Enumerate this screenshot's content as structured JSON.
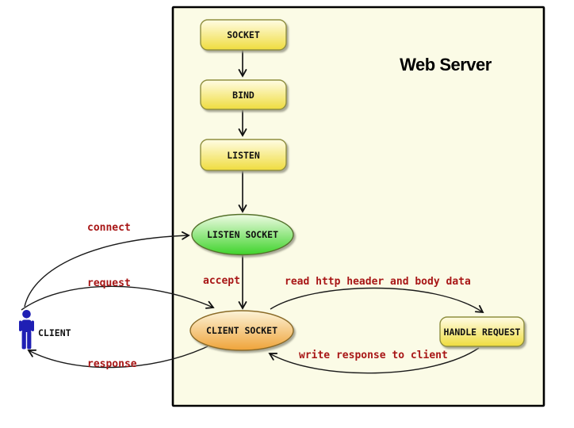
{
  "title": "Web Server",
  "actor": {
    "label": "CLIENT"
  },
  "nodes": {
    "socket": "SOCKET",
    "bind": "BIND",
    "listen": "LISTEN",
    "listen_socket": "LISTEN SOCKET",
    "client_socket": "CLIENT SOCKET",
    "handle_request": "HANDLE REQUEST"
  },
  "edge_labels": {
    "connect": "connect",
    "request": "request",
    "response": "response",
    "accept": "accept",
    "read_http": "read http header and body data",
    "write_response": "write response to client"
  },
  "colors": {
    "page_bg": "#ffffff",
    "server_box_fill": "#fbfbe6",
    "server_box_border": "#000000",
    "process_fill_top": "#fffce4",
    "process_fill_bottom": "#efdc3e",
    "process_border": "#8f8f3f",
    "listen_socket_fill_top": "#effbe4",
    "listen_socket_fill_bottom": "#3fd32b",
    "listen_socket_border": "#55712c",
    "client_socket_fill_top": "#fcf3d8",
    "client_socket_fill_bottom": "#efa339",
    "client_socket_border": "#8a6b28",
    "actor_fill": "#1f1fb4",
    "edge_label_color": "#a81616",
    "node_label_color": "#111111",
    "edge_color": "#1a1a1a"
  }
}
